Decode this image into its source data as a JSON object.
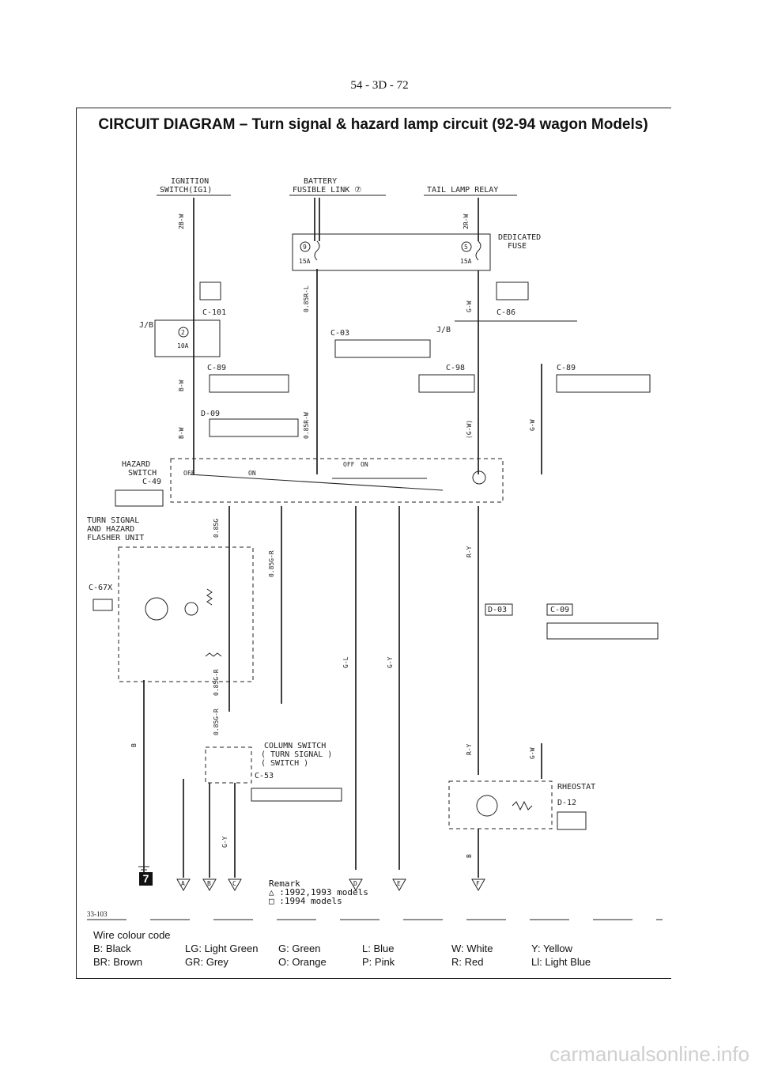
{
  "page_number": "54 - 3D - 72",
  "title": "CIRCUIT DIAGRAM – Turn signal & hazard lamp circuit (92-94 wagon Models)",
  "figure_code": "33-103",
  "remark": {
    "label": "Remark",
    "line1": "△ :1992,1993 models",
    "line2": "□ :1994 models"
  },
  "components": {
    "ignition_switch": [
      "IGNITION",
      "SWITCH(IG1)"
    ],
    "battery_fusible_link": [
      "BATTERY",
      "FUSIBLE LINK ⑦"
    ],
    "tail_lamp_relay": "TAIL LAMP RELAY",
    "dedicated_fuse": [
      "DEDICATED",
      "FUSE"
    ],
    "hazard_switch": [
      "HAZARD",
      "SWITCH",
      "C-49"
    ],
    "flasher_unit": [
      "TURN SIGNAL",
      "AND HAZARD",
      "FLASHER UNIT"
    ],
    "column_switch": [
      "COLUMN SWITCH",
      "( TURN SIGNAL )",
      "( SWITCH )"
    ],
    "rheostat": [
      "RHEOSTAT",
      "D-12"
    ]
  },
  "connectors": {
    "c101": "C-101",
    "c86": "C-86",
    "c03": "C-03",
    "c89_left": "C-89",
    "c98": "C-98",
    "c89_right": "C-89",
    "d09": "D-09",
    "d03": "D-03",
    "c09": "C-09",
    "c67x": "C-67X",
    "c53": "C-53",
    "jb_left": "J/B",
    "jb_right": "J/B"
  },
  "wires": {
    "w1": "2B-W",
    "w2": "2R-W",
    "w3": "0.85R-L",
    "w4": "0.85R-W",
    "w5": "G-W",
    "w6": "B-W",
    "w7": "0.85G",
    "w8": "0.85G-R",
    "w9": "G-L",
    "w10": "G-Y",
    "w11": "R-Y",
    "w12": "B",
    "w13": "(G-W)"
  },
  "terminals": [
    "A",
    "B",
    "C",
    "D",
    "E",
    "F"
  ],
  "fuse_ratings": {
    "f9": "15A",
    "f5": "15A",
    "f2": "10A"
  },
  "switch_states": [
    "OFF",
    "ON"
  ],
  "legend": {
    "title": "Wire colour code",
    "entries": [
      "B: Black",
      "LG: Light Green",
      "G: Green",
      "L: Blue",
      "W: White",
      "Y: Yellow",
      "BR: Brown",
      "GR: Grey",
      "O: Orange",
      "P: Pink",
      "R: Red",
      "Ll: Light Blue"
    ]
  },
  "watermark": "carmanualsonline.info",
  "badge": "7"
}
